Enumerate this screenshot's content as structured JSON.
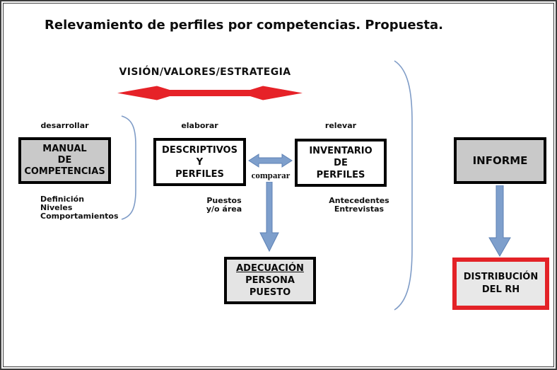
{
  "page": {
    "title": "Relevamiento de perfiles por competencias. Propuesta."
  },
  "strategy": {
    "label": "VISIÓN/VALORES/ESTRATEGIA"
  },
  "process_labels": {
    "desarrollar": "desarrollar",
    "elaborar": "elaborar",
    "relevar": "relevar",
    "comparar": "comparar"
  },
  "boxes": {
    "manual": {
      "line1": "MANUAL",
      "line2": "DE",
      "line3": "COMPETENCIAS",
      "notes": [
        "Definición",
        "Niveles",
        "Comportamientos"
      ]
    },
    "descriptivos": {
      "line1": "DESCRIPTIVOS",
      "line2": "Y",
      "line3": "PERFILES",
      "notes": [
        "Puestos",
        "y/o área"
      ]
    },
    "inventario": {
      "line1": "INVENTARIO",
      "line2": "DE",
      "line3": "PERFILES",
      "notes": [
        "Antecedentes",
        "Entrevistas"
      ]
    },
    "adecuacion": {
      "line1": "ADECUACIÓN",
      "line2": "PERSONA",
      "line3": "PUESTO"
    },
    "informe": {
      "line1": "INFORME"
    },
    "distribucion": {
      "line1": "DISTRIBUCIÓN",
      "line2": "DEL RH"
    }
  },
  "colors": {
    "accent_red": "#e62228",
    "arrow_blue_fill": "#7e9fcc",
    "arrow_blue_stroke": "#5d81b4",
    "brace_blue": "#7f9cc7",
    "box_gray": "#c9c9c9",
    "box_light_gray": "#e4e4e4",
    "box_border_black": "#000000",
    "distribucion_border_red": "#e32227",
    "frame_gray": "#3c3c3c"
  }
}
